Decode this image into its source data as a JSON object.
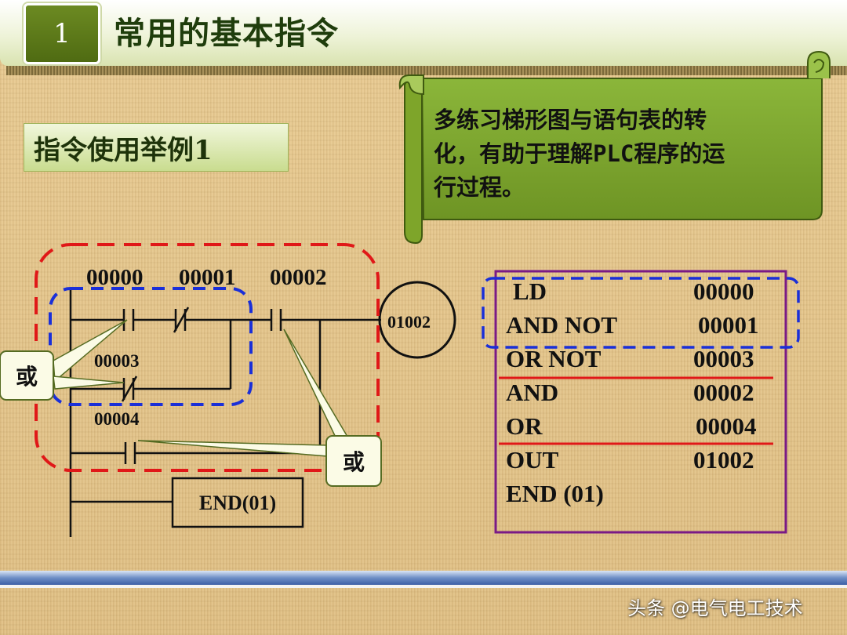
{
  "header": {
    "slide_number": "1",
    "title": "常用的基本指令"
  },
  "example_label": "指令使用举例1",
  "scroll_note": {
    "lines": [
      "多练习梯形图与语句表的转",
      "化，有助于理解PLC程序的运",
      "行过程。"
    ]
  },
  "ladder": {
    "contacts": [
      "00000",
      "00001",
      "00002",
      "00003",
      "00004"
    ],
    "coil": "01002",
    "end_block": "END(01)",
    "callouts": [
      "或",
      "或"
    ]
  },
  "statement_list": [
    {
      "op": "LD",
      "addr": "00000"
    },
    {
      "op": "AND NOT",
      "addr": "00001"
    },
    {
      "op": "OR NOT",
      "addr": "00003"
    },
    {
      "op": "AND",
      "addr": "00002"
    },
    {
      "op": "OR",
      "addr": "00004"
    },
    {
      "op": "OUT",
      "addr": "01002"
    },
    {
      "op": "END (01)",
      "addr": ""
    }
  ],
  "watermark": "头条 @电气电工技术",
  "colors": {
    "accent_green": "#7ea52a",
    "highlight_red": "#e01818",
    "highlight_blue": "#1a2fd8",
    "frame_purple": "#7a1a86"
  }
}
